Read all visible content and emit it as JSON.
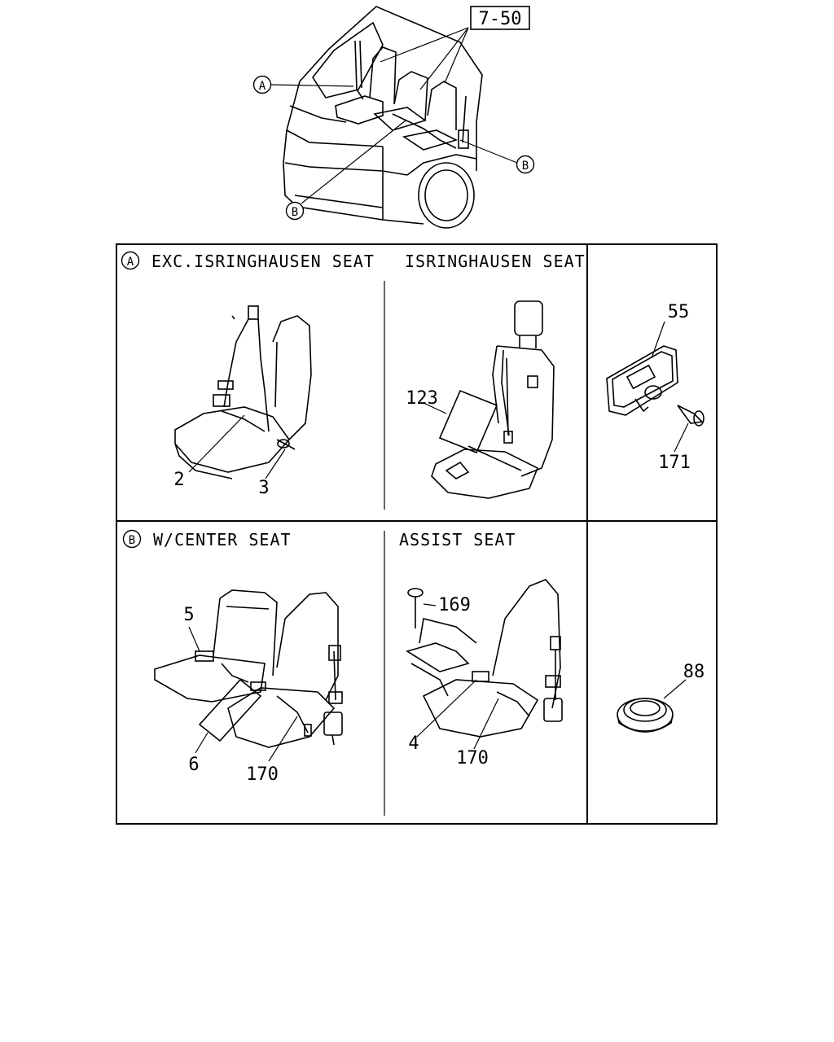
{
  "callouts": {
    "ref_box": "7-50",
    "circle_a": "A",
    "circle_b": "B"
  },
  "panels": {
    "a_exc": {
      "title": "EXC.ISRINGHAUSEN SEAT",
      "parts": [
        "2",
        "3"
      ]
    },
    "a_isr": {
      "title": "ISRINGHAUSEN SEAT",
      "parts": [
        "123"
      ]
    },
    "a_side": {
      "parts": [
        "55",
        "171"
      ]
    },
    "b_center": {
      "title": "W/CENTER SEAT",
      "parts": [
        "5",
        "6",
        "170"
      ]
    },
    "b_assist": {
      "title": "ASSIST SEAT",
      "parts": [
        "169",
        "4",
        "170"
      ]
    },
    "b_side": {
      "parts": [
        "88"
      ]
    }
  }
}
